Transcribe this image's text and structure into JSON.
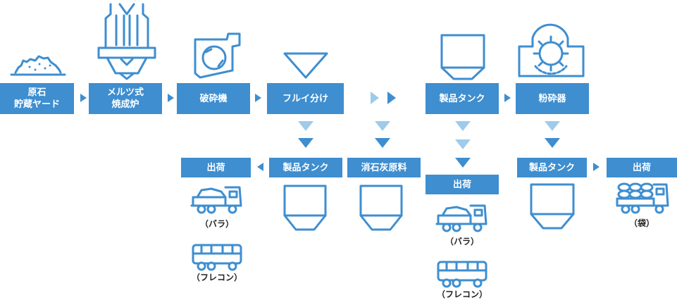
{
  "colors": {
    "primary": "#3e8ed0",
    "arrow_dark": "#3e8ed0",
    "arrow_light": "#9fcbea",
    "text": "#1f1f1f"
  },
  "flow": {
    "raw_stone_yard": "原石\n貯蔵ヤード",
    "kiln": "メルツ式\n焼成炉",
    "crusher": "破砕機",
    "sieve": "フルイ分け",
    "product_tank_main": "製品タンク",
    "pulverizer": "粉砕器",
    "shipping_left": "出荷",
    "product_tank_left": "製品タンク",
    "slaked_lime_material": "消石灰原料",
    "shipping_center": "出荷",
    "product_tank_right": "製品タンク",
    "shipping_right": "出荷"
  },
  "captions": {
    "bulk_left": "（バラ）",
    "flexible_container_left": "（フレコン）",
    "bulk_center": "（バラ）",
    "flexible_container_center": "（フレコン）",
    "bagged_right": "（袋）"
  },
  "icons": [
    "stone-pile-icon",
    "kiln-icon",
    "crusher-icon",
    "sieve-icon",
    "tank-icon",
    "pulverizer-icon",
    "dump-truck-icon",
    "container-truck-icon",
    "bag-truck-icon",
    "arrow-right-icon",
    "arrow-down-icon"
  ]
}
